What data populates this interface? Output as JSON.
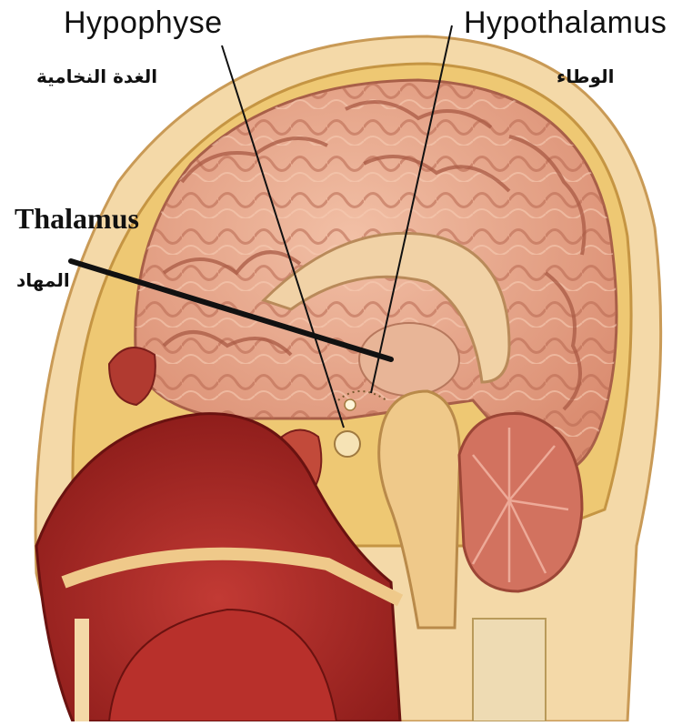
{
  "figure": {
    "labels": {
      "hypophyse": "Hypophyse",
      "hypophyse_ar": "الغدة النخامية",
      "hypothalamus": "Hypothalamus",
      "hypothalamus_ar": "الوطاء",
      "thalamus": "Thalamus",
      "thalamus_ar": "المهاد"
    },
    "colors": {
      "skin": "#f4d9a8",
      "skull": "#eec873",
      "brain": "#e7a389",
      "brain_dark": "#b86a55",
      "mouth": "#a8201e",
      "cerebellum": "#d2725f",
      "line": "#111111"
    }
  }
}
